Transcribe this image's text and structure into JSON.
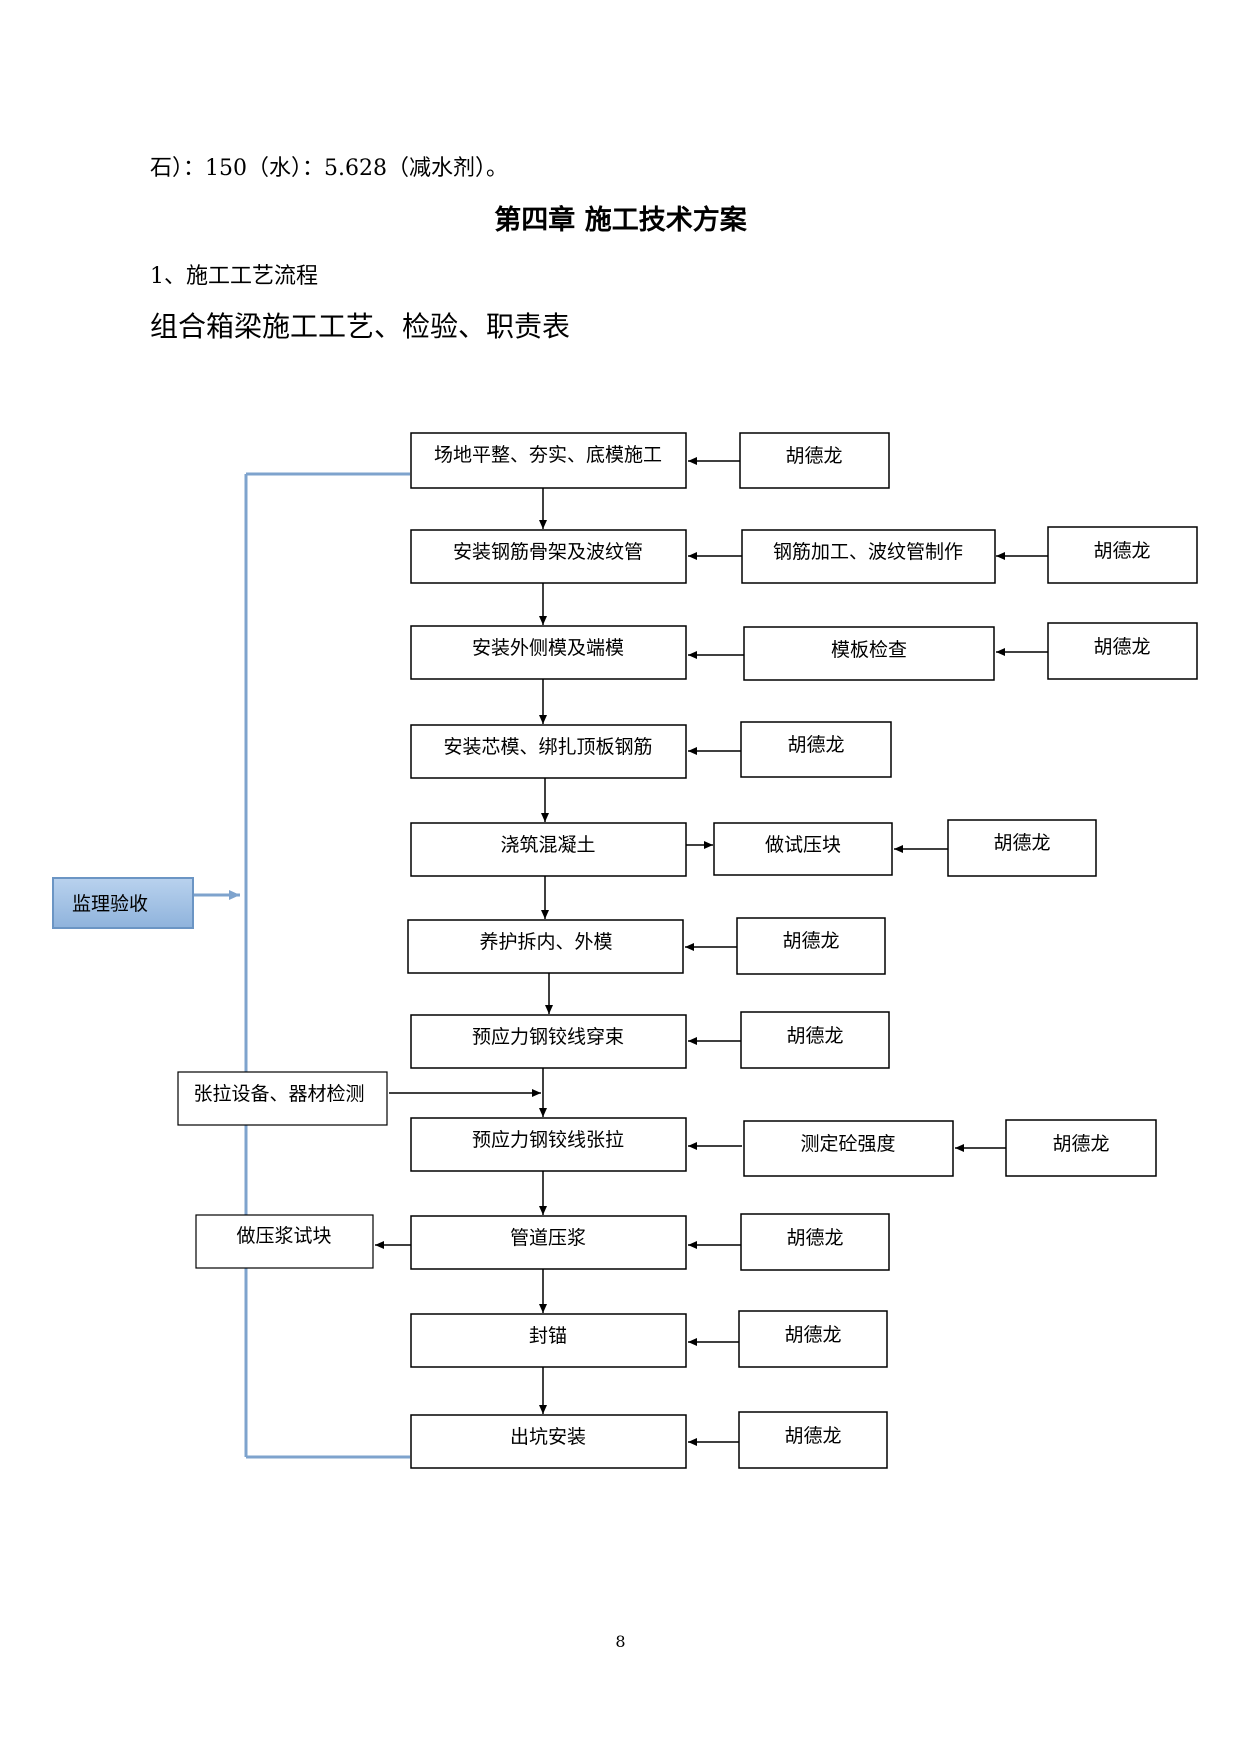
{
  "text": {
    "intro_line": "石）：150（水）：5.628（减水剂）。",
    "chapter_title": "第四章  施工技术方案",
    "section_title": "1、施工工艺流程",
    "table_title": "组合箱梁施工工艺、检验、职责表",
    "page_number": "8"
  },
  "flowchart": {
    "steps": [
      "场地平整、夯实、底模施工",
      "安装钢筋骨架及波纹管",
      "安装外侧模及端模",
      "安装芯模、绑扎顶板钢筋",
      "浇筑混凝土",
      "养护拆内、外模",
      "预应力钢铰线穿束",
      "预应力钢铰线张拉",
      "管道压浆",
      "封锚",
      "出坑安装"
    ],
    "checks": {
      "rebar_processing": "钢筋加工、波纹管制作",
      "formwork_check": "模板检查",
      "test_block": "做试压块",
      "concrete_strength": "测定砼强度",
      "tension_equipment": "张拉设备、器材检测",
      "grout_test_block": "做压浆试块"
    },
    "responsible_person": "胡德龙",
    "supervision": "监理验收",
    "colors": {
      "supervision_fill": "#9fbfe4",
      "supervision_border": "#6b95c4",
      "supervision_line": "#7ea3cd"
    }
  }
}
